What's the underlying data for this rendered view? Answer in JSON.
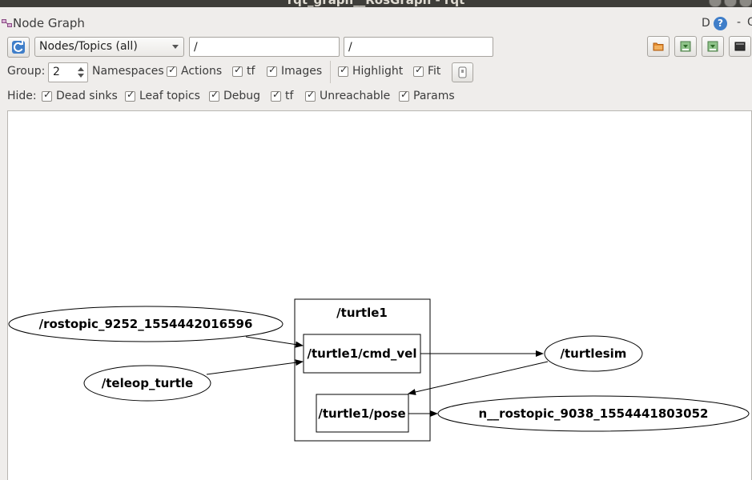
{
  "window": {
    "title": "rqt_graph__RosGraph - rqt"
  },
  "dock": {
    "title": "Node Graph",
    "d_label": "D",
    "help_label": "?",
    "minus_label": "-",
    "close_label": "O"
  },
  "toolbar": {
    "filter_mode": "Nodes/Topics (all)",
    "node_filter": "/",
    "topic_filter": "/"
  },
  "options": {
    "group_label": "Group:",
    "group_value": "2",
    "namespaces": "Namespaces",
    "actions": "Actions",
    "tf": "tf",
    "images": "Images",
    "highlight": "Highlight",
    "fit": "Fit"
  },
  "hide": {
    "label": "Hide:",
    "dead_sinks": "Dead sinks",
    "leaf_topics": "Leaf topics",
    "debug": "Debug",
    "tf": "tf",
    "unreachable": "Unreachable",
    "params": "Params"
  },
  "graph": {
    "cluster_label": "/turtle1",
    "nodes": {
      "rostopic_pub": "/rostopic_9252_1554442016596",
      "teleop": "/teleop_turtle",
      "turtlesim": "/turtlesim",
      "rostopic_echo": "n__rostopic_9038_1554441803052"
    },
    "topics": {
      "cmd_vel": "/turtle1/cmd_vel",
      "pose": "/turtle1/pose"
    }
  },
  "colors": {
    "accent": "#3f7ec9",
    "background": "#efedeb",
    "canvas": "#ffffff"
  }
}
